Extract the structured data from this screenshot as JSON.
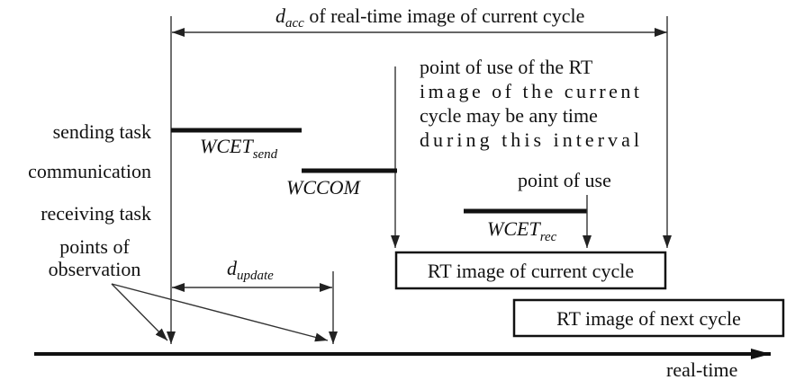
{
  "top_span": {
    "sym": "d",
    "sub": "acc",
    "text": " of real-time image of current cycle"
  },
  "row_labels": {
    "sending_task": "sending task",
    "communication": "communication",
    "receiving_task": "receiving task",
    "points_obs_1": "points of",
    "points_obs_2": "observation"
  },
  "bars": {
    "send": {
      "sym": "WCET",
      "sub": "send"
    },
    "com": {
      "sym": "WCCOM"
    },
    "rec": {
      "sym": "WCET",
      "sub": "rec"
    }
  },
  "update_span": {
    "sym": "d",
    "sub": "update"
  },
  "note": {
    "line1": "point of use of the RT",
    "line2": "image of the current",
    "line3": "cycle may be any time",
    "line4": "during this interval"
  },
  "point_of_use": "point of use",
  "boxes": {
    "current": "RT image of current cycle",
    "next": "RT image of next cycle"
  },
  "axis_label": "real-time"
}
